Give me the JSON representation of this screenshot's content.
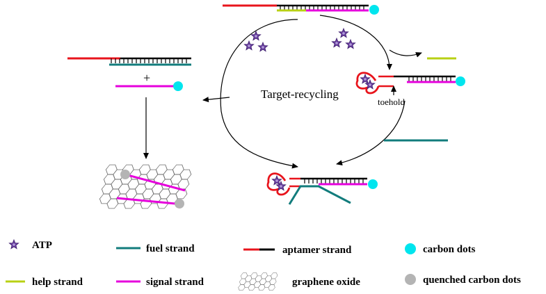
{
  "colors": {
    "aptamer_red": "#e8141c",
    "duplex_black": "#000000",
    "help_green": "#b8d014",
    "signal_magenta": "#e600dc",
    "fuel_teal": "#127c7c",
    "carbon_dot": "#00e5ee",
    "quenched_dot": "#b4b4b4",
    "atp_purple": "#6a3fa0"
  },
  "icons": {
    "atp": "atp-star-icon",
    "carbon_dot": "cyan-circle-icon",
    "quenched_dot": "gray-circle-icon",
    "graphene": "hexagon-sheet-icon"
  },
  "diagram": {
    "center_label": "Target-recycling",
    "toehold_label": "toehold",
    "plus_sign": "+"
  },
  "legend": {
    "atp": "ATP",
    "help_strand": "help strand",
    "fuel_strand": "fuel strand",
    "signal_strand": "signal strand",
    "aptamer_strand": "aptamer strand",
    "graphene_oxide": "graphene oxide",
    "carbon_dots": "carbon dots",
    "quenched_carbon_dots": "quenched carbon dots"
  }
}
